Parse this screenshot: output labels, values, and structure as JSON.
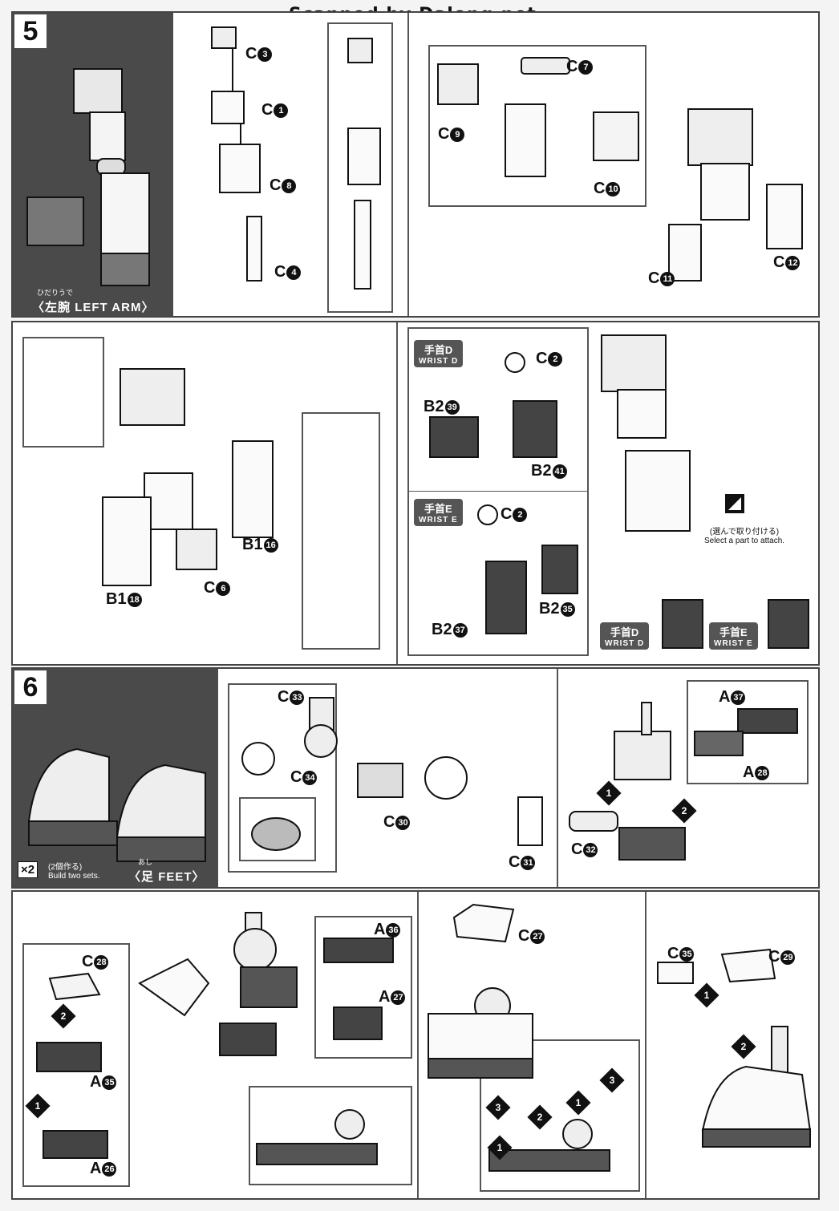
{
  "watermark": "Scanned by Dalong.net",
  "steps": {
    "step5": {
      "number": "5",
      "title_jp": "〈左腕",
      "title_en": "LEFT ARM〉",
      "title_ruby": "ひだりうで"
    },
    "step6": {
      "number": "6",
      "title_jp": "〈足",
      "title_en": "FEET〉",
      "title_ruby": "あし",
      "multiplier": "×2",
      "build_jp": "(2個作る)",
      "build_en": "Build two sets."
    }
  },
  "labels": {
    "c3": "C",
    "c3n": "3",
    "c1": "C",
    "c1n": "1",
    "c8": "C",
    "c8n": "8",
    "c4": "C",
    "c4n": "4",
    "c7": "C",
    "c7n": "7",
    "c9": "C",
    "c9n": "9",
    "c10": "C",
    "c10n": "10",
    "c11": "C",
    "c11n": "11",
    "c12": "C",
    "c12n": "12",
    "b118": "B1",
    "b118n": "18",
    "b116": "B1",
    "b116n": "16",
    "c6": "C",
    "c6n": "6",
    "c2a": "C",
    "c2an": "2",
    "b239": "B2",
    "b239n": "39",
    "b241": "B2",
    "b241n": "41",
    "c2b": "C",
    "c2bn": "2",
    "b235": "B2",
    "b235n": "35",
    "b237": "B2",
    "b237n": "37",
    "c33": "C",
    "c33n": "33",
    "c34": "C",
    "c34n": "34",
    "c30": "C",
    "c30n": "30",
    "c31": "C",
    "c31n": "31",
    "a37": "A",
    "a37n": "37",
    "a28": "A",
    "a28n": "28",
    "c32": "C",
    "c32n": "32",
    "c28": "C",
    "c28n": "28",
    "a35": "A",
    "a35n": "35",
    "a26": "A",
    "a26n": "26",
    "a36": "A",
    "a36n": "36",
    "a27": "A",
    "a27n": "27",
    "c27": "C",
    "c27n": "27",
    "c35": "C",
    "c35n": "35",
    "c29": "C",
    "c29n": "29"
  },
  "wrist": {
    "d_jp": "手首D",
    "d_en": "WRIST D",
    "e_jp": "手首E",
    "e_en": "WRIST E"
  },
  "select_note": {
    "jp": "(選んで取り付ける)",
    "en": "Select a part to attach."
  },
  "step_marks": [
    "1",
    "2",
    "3"
  ]
}
